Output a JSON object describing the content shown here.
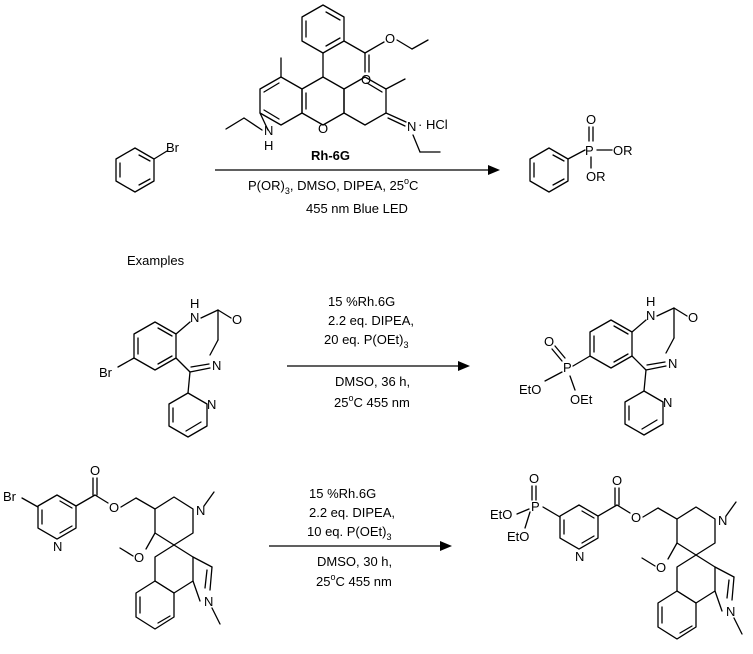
{
  "main_reaction": {
    "reactant_label": "Br",
    "catalyst_name": "Rh-6G",
    "salt": "· HCl",
    "conditions_line1_pre": "P(OR)",
    "conditions_line1_sub": "3",
    "conditions_line1_post": ", DMSO, DIPEA, 25",
    "conditions_line1_deg": "o",
    "conditions_line1_end": "C",
    "conditions_line2": "455 nm Blue LED",
    "product_labels": {
      "p": "P",
      "o": "O",
      "or1": "OR",
      "or2": "OR"
    },
    "rh6g_labels": {
      "o_ester": "O",
      "o_ring": "O",
      "o_carbonyl": "O",
      "nh": "N",
      "h": "H",
      "n_imine": "N"
    }
  },
  "examples_label": "Examples",
  "example1": {
    "line1": "15 %Rh.6G",
    "line2": "2.2 eq. DIPEA,",
    "line3_pre": "20 eq. P(OEt)",
    "line3_sub": "3",
    "line4": "DMSO, 36 h,",
    "line5_pre": "25",
    "line5_deg": "o",
    "line5_post": "C 455 nm",
    "reactant_labels": {
      "br": "Br",
      "n1": "N",
      "h": "H",
      "o": "O",
      "n2": "N",
      "npy": "N"
    },
    "product_labels": {
      "p": "P",
      "o": "O",
      "eto1": "EtO",
      "oet": "OEt",
      "n1": "N",
      "h": "H",
      "o2": "O",
      "n2": "N",
      "npy": "N"
    }
  },
  "example2": {
    "line1": "15 %Rh.6G",
    "line2": "2.2 eq. DIPEA,",
    "line3_pre": "10 eq. P(OEt)",
    "line3_sub": "3",
    "line4": "DMSO, 30 h,",
    "line5_pre": "25",
    "line5_deg": "o",
    "line5_post": "C 455 nm",
    "reactant_labels": {
      "br": "Br",
      "o1": "O",
      "o2": "O",
      "npy": "N",
      "n_pip": "N",
      "ome": "O",
      "n_ind": "N"
    },
    "product_labels": {
      "p": "P",
      "o": "O",
      "eto1": "EtO",
      "eto2": "EtO",
      "o1": "O",
      "o2": "O",
      "npy": "N",
      "n_pip": "N",
      "ome": "O",
      "n_ind": "N"
    }
  }
}
